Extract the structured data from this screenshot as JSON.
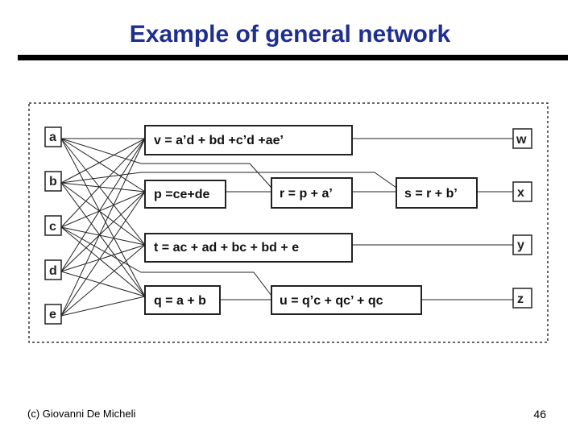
{
  "slide": {
    "title": "Example of general network",
    "footer_credit": "(c)  Giovanni De Micheli",
    "page_number": "46"
  },
  "network": {
    "primary_inputs": [
      "a",
      "b",
      "c",
      "d",
      "e"
    ],
    "primary_outputs": [
      "w",
      "x",
      "y",
      "z"
    ],
    "nodes": {
      "v": "v = a’d + bd +c’d +ae’",
      "p": "p =ce+de",
      "t": "t = ac + ad + bc + bd + e",
      "q": "q = a + b",
      "r": "r = p + a’",
      "s": "s = r + b’",
      "u": "u = q’c + qc’ + qc"
    }
  }
}
